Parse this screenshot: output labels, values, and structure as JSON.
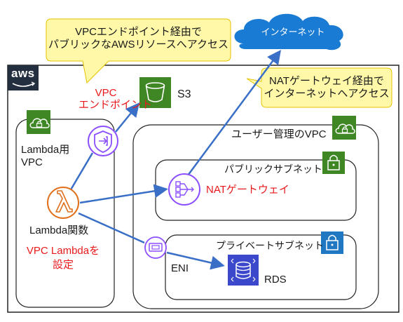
{
  "callouts": {
    "vpc_endpoint": [
      "VPCエンドポイント経由で",
      "パブリックなAWSリソースへアクセス"
    ],
    "nat": [
      "NATゲートウェイ経由で",
      "インターネットへアクセス"
    ]
  },
  "internet": "インターネット",
  "aws": "aws",
  "lambda_vpc": [
    "Lambda用",
    "VPC"
  ],
  "vpc_endpoint_label": [
    "VPC",
    "エンドポイント"
  ],
  "s3": "S3",
  "user_vpc": "ユーザー管理のVPC",
  "public_subnet": "パブリックサブネット",
  "private_subnet": "プライベートサブネット",
  "lambda_func": "Lambda関数",
  "lambda_note": [
    "VPC Lambdaを",
    "設定"
  ],
  "nat_gateway": "NATゲートウェイ",
  "eni": "ENI",
  "rds": "RDS",
  "colors": {
    "callout_fill": "#fef8a8",
    "callout_border": "#e6c200",
    "green_icon": "#3f8624",
    "blue_icon": "#1f78c1",
    "purple": "#8c4fff",
    "orange": "#e0701c",
    "rds_blue": "#3b48cc",
    "arrow": "#3a6fc7",
    "red_text": "#e8191c"
  }
}
